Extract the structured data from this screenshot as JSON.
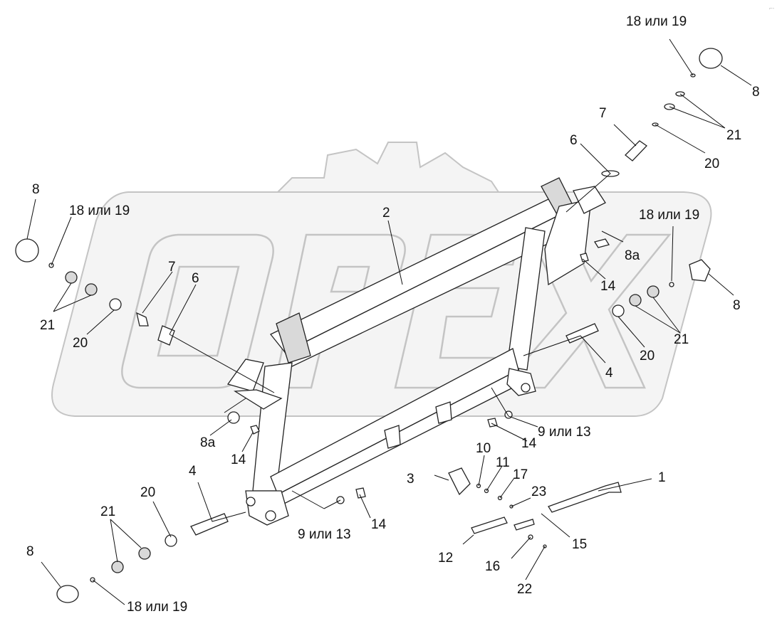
{
  "watermark_text": "OPEX",
  "labels": {
    "l1": "1",
    "l2": "2",
    "l3": "3",
    "l4a": "4",
    "l4b": "4",
    "l6a": "6",
    "l6b": "6",
    "l7a": "7",
    "l7b": "7",
    "l8a": "8",
    "l8b": "8",
    "l8c": "8",
    "l8d": "8",
    "l8aA": "8а",
    "l8aB": "8а",
    "l9a": "9 или 13",
    "l9b": "9 или 13",
    "l10": "10",
    "l11": "11",
    "l12": "12",
    "l14a": "14",
    "l14b": "14",
    "l14c": "14",
    "l14d": "14",
    "l15": "15",
    "l16": "16",
    "l17": "17",
    "l18a": "18 или 19",
    "l18b": "18 или 19",
    "l18c": "18 или 19",
    "l18d": "18 или 19",
    "l20a": "20",
    "l20b": "20",
    "l20c": "20",
    "l20d": "20",
    "l21a": "21",
    "l21b": "21",
    "l21c": "21",
    "l21d": "21",
    "l22": "22",
    "l23": "23"
  }
}
